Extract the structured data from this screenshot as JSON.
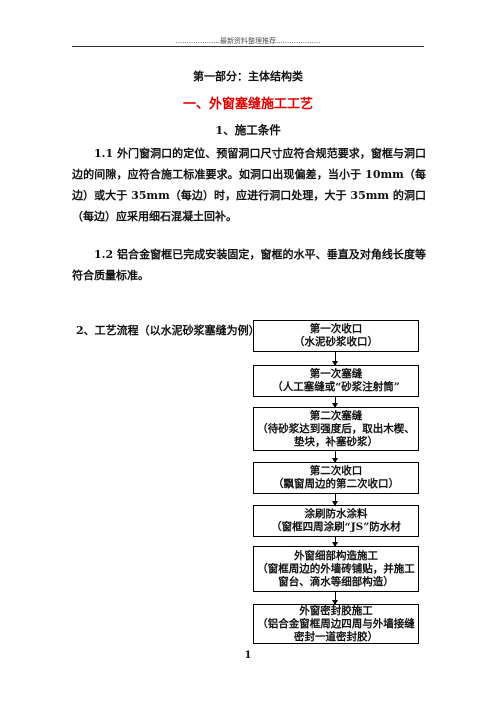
{
  "header": {
    "text": "....................最新资料整理推荐...................."
  },
  "part_title": "第一部分：主体结构类",
  "section_title": "一、外窗塞缝施工工艺",
  "sub_title": "1、施工条件",
  "paragraphs": [
    "1.1 外门窗洞口的定位、预留洞口尺寸应符合规范要求，窗框与洞口边的间隙，应符合施工标准要求。如洞口出现偏差，当小于 10mm（每边）或大于 35mm（每边）时，应进行洞口处理，大于 35mm 的洞口（每边）应采用细石混凝土回补。",
    "1.2 铝合金窗框已完成安装固定，窗框的水平、垂直及对角线长度等符合质量标准。"
  ],
  "flow_label": "2、工艺流程（以水泥砂浆塞缝为例）",
  "flow_steps": [
    {
      "title": "第一次收口",
      "desc": "（水泥砂浆收口）"
    },
    {
      "title": "第一次塞缝",
      "desc": "（人工塞缝或“砂浆注射筒”"
    },
    {
      "title": "第二次塞缝",
      "desc": "（待砂浆达到强度后，取出木楔、垫块，补塞砂浆）"
    },
    {
      "title": "第二次收口",
      "desc": "（飘窗周边的第二次收口）"
    },
    {
      "title": "涂刷防水涂料",
      "desc": "（窗框四周涂刷“JS”防水材"
    },
    {
      "title": "外窗细部构造施工",
      "desc": "（窗框周边的外墙砖铺贴，并施工窗台、滴水等细部构造）"
    },
    {
      "title": "外窗密封胶施工",
      "desc": "（铝合金窗框周边四周与外墙接缝密封一道密封胶）"
    }
  ],
  "page_number": "1"
}
